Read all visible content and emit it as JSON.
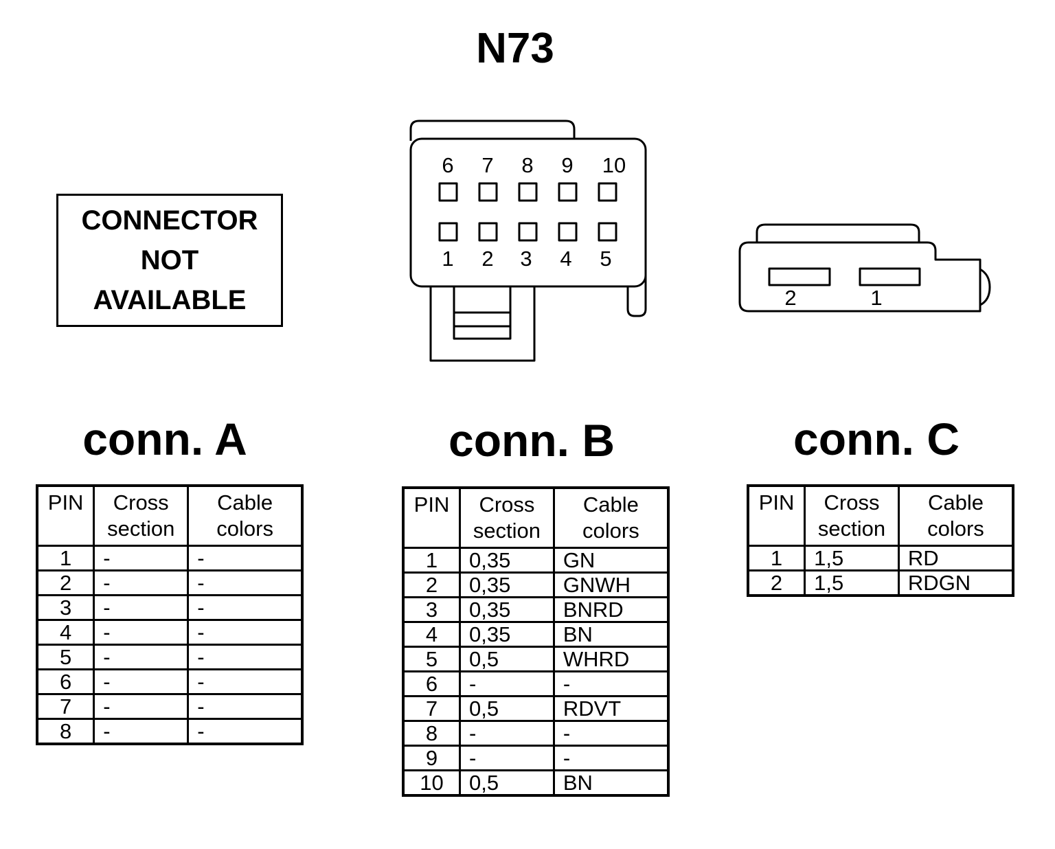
{
  "title": "N73",
  "not_available": {
    "line1": "CONNECTOR",
    "line2": "NOT",
    "line3": "AVAILABLE"
  },
  "connector_b_pins": {
    "top_row": [
      "6",
      "7",
      "8",
      "9",
      "10"
    ],
    "bottom_row": [
      "1",
      "2",
      "3",
      "4",
      "5"
    ]
  },
  "connector_c_pins": [
    "2",
    "1"
  ],
  "headers": {
    "pin": "PIN",
    "cross_1": "Cross",
    "cross_2": "section",
    "cable_1": "Cable",
    "cable_2": "colors"
  },
  "conn_a": {
    "label": "conn. A",
    "rows": [
      {
        "pin": "1",
        "cross": "-",
        "color": "-"
      },
      {
        "pin": "2",
        "cross": "-",
        "color": "-"
      },
      {
        "pin": "3",
        "cross": "-",
        "color": "-"
      },
      {
        "pin": "4",
        "cross": "-",
        "color": "-"
      },
      {
        "pin": "5",
        "cross": "-",
        "color": "-"
      },
      {
        "pin": "6",
        "cross": "-",
        "color": "-"
      },
      {
        "pin": "7",
        "cross": "-",
        "color": "-"
      },
      {
        "pin": "8",
        "cross": "-",
        "color": "-"
      }
    ]
  },
  "conn_b": {
    "label": "conn. B",
    "rows": [
      {
        "pin": "1",
        "cross": "0,35",
        "color": "GN"
      },
      {
        "pin": "2",
        "cross": "0,35",
        "color": "GNWH"
      },
      {
        "pin": "3",
        "cross": "0,35",
        "color": "BNRD"
      },
      {
        "pin": "4",
        "cross": "0,35",
        "color": "BN"
      },
      {
        "pin": "5",
        "cross": "0,5",
        "color": "WHRD"
      },
      {
        "pin": "6",
        "cross": "-",
        "color": "-"
      },
      {
        "pin": "7",
        "cross": "0,5",
        "color": "RDVT"
      },
      {
        "pin": "8",
        "cross": "-",
        "color": "-"
      },
      {
        "pin": "9",
        "cross": "-",
        "color": "-"
      },
      {
        "pin": "10",
        "cross": "0,5",
        "color": "BN"
      }
    ]
  },
  "conn_c": {
    "label": "conn. C",
    "rows": [
      {
        "pin": "1",
        "cross": "1,5",
        "color": "RD"
      },
      {
        "pin": "2",
        "cross": "1,5",
        "color": "RDGN"
      }
    ]
  }
}
